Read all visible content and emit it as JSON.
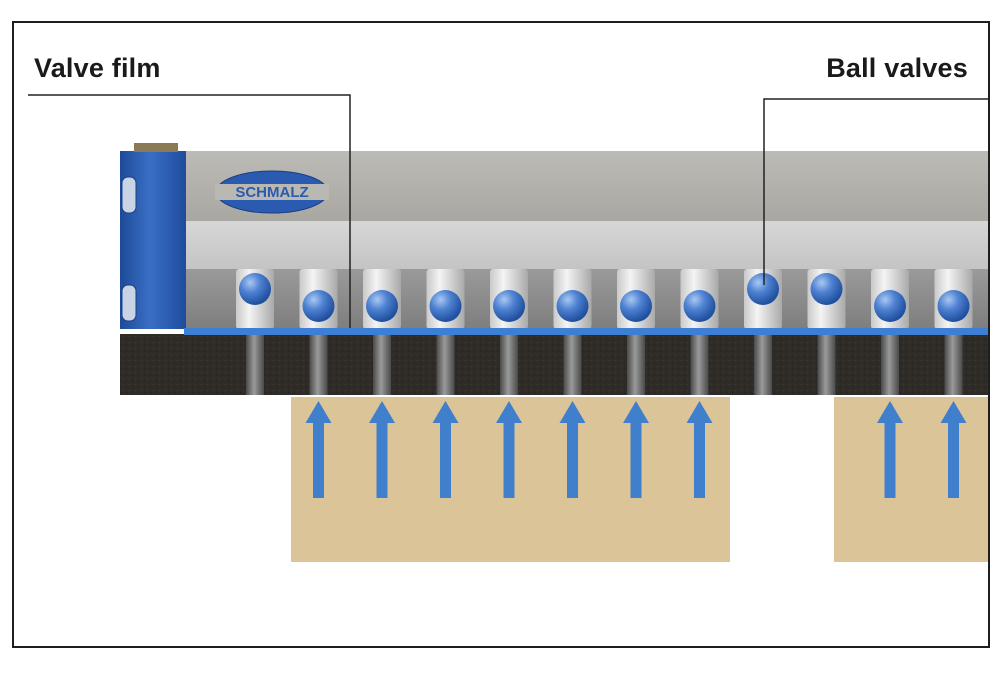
{
  "labels": {
    "valve_film": "Valve film",
    "ball_valves": "Ball valves"
  },
  "logo": {
    "text": "SCHMALZ"
  },
  "valves": [
    {
      "state": "open"
    },
    {
      "state": "closed"
    },
    {
      "state": "closed"
    },
    {
      "state": "closed"
    },
    {
      "state": "closed"
    },
    {
      "state": "closed"
    },
    {
      "state": "closed"
    },
    {
      "state": "closed"
    },
    {
      "state": "open"
    },
    {
      "state": "open"
    },
    {
      "state": "closed"
    },
    {
      "state": "closed"
    }
  ],
  "colors": {
    "frame": "#1e1e1e",
    "end_cap_blue": "#2a5bb0",
    "valve_film_blue": "#3e7fd6",
    "ball_blue": "#4a7fd0",
    "arrow_blue": "#3f7fcc",
    "workpiece": "#dcc499",
    "foam": "#2e2a26",
    "gripper_top": "#b3b1ac",
    "gripper_mid": "#cfcfcf",
    "gripper_channel": "#8e8e8e"
  }
}
